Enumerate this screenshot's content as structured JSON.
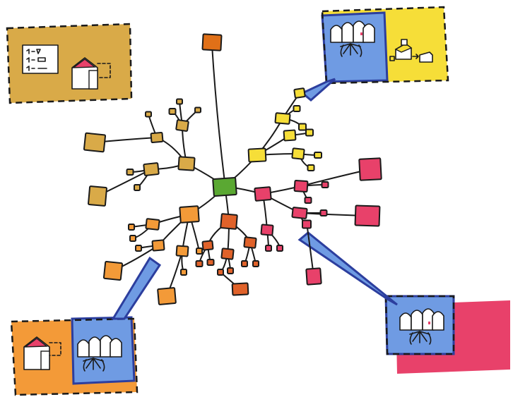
{
  "colors": {
    "center": "#5aa832",
    "top": "#e07018",
    "gold": "#d9aa48",
    "yellow": "#f6de38",
    "pink": "#e8416a",
    "orange": "#f39a38",
    "dark_orange": "#e0622a",
    "blue_panel": "#6f9be3",
    "blue_border": "#2c3e9e",
    "line": "#1a1a1a"
  },
  "branches": [
    {
      "name": "center-hub",
      "color_key": "center"
    },
    {
      "name": "top-branch",
      "color_key": "top"
    },
    {
      "name": "gold-branch",
      "color_key": "gold"
    },
    {
      "name": "yellow-branch",
      "color_key": "yellow"
    },
    {
      "name": "pink-branch",
      "color_key": "pink"
    },
    {
      "name": "orange-branch",
      "color_key": "orange"
    },
    {
      "name": "dark-orange-branch",
      "color_key": "dark_orange"
    }
  ],
  "callouts": [
    {
      "name": "gold-callout",
      "icons": [
        "checklist-icon",
        "house-icon"
      ]
    },
    {
      "name": "yellow-callout",
      "icons": [
        "people-group-icon",
        "buildings-icon"
      ]
    },
    {
      "name": "orange-callout",
      "icons": [
        "house-icon",
        "people-group-icon"
      ]
    },
    {
      "name": "pink-callout",
      "icons": [
        "people-group-icon"
      ]
    }
  ]
}
